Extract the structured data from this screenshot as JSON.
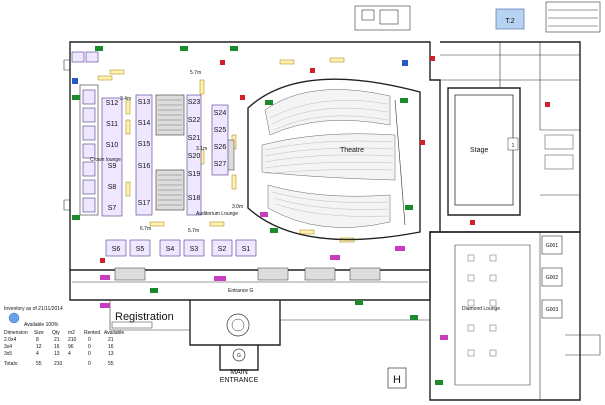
{
  "floorplan": {
    "corner_marker": "T.2",
    "booths_left": [
      "S12",
      "S11",
      "S10",
      "S9",
      "S8",
      "S7"
    ],
    "booths_center_left": [
      "S13",
      "S14",
      "S15",
      "S16",
      "S17"
    ],
    "booths_center_right": [
      "S23",
      "S22",
      "S21",
      "S20",
      "S19",
      "S18"
    ],
    "booths_right": [
      "S24",
      "S25",
      "S26",
      "S27"
    ],
    "booths_bottom": [
      "S6",
      "S5",
      "S4",
      "S3",
      "S2",
      "S1"
    ],
    "theatre_label": "Theatre",
    "stage_label": "Stage",
    "stage_number": "1",
    "crown_lounge": "Crown lounge",
    "auditorium_lounge": "Auditorium Lounge",
    "registration": "Registration",
    "entrance": "Entrance G",
    "main_entrance_line1": "MAIN",
    "main_entrance_line2": "ENTRANCE",
    "main_entrance_marker": "G",
    "diamond_lounge": "Diamond Lounge",
    "rooms_right": [
      "G001",
      "G002",
      "G003"
    ],
    "helipad_marker": "H",
    "dim_1": "5.7m",
    "dim_2": "3.4m",
    "dim_3": "3.1m",
    "dim_4": "6.7m",
    "dim_5": "5.7m",
    "dim_6": "3.0m"
  },
  "legend": {
    "inventory_note": "Inventory as of 21/11/2014",
    "available_label": "Available 100%",
    "headers": [
      "Dimension",
      "Size",
      "Qty",
      "m2",
      "Rented",
      "Available"
    ],
    "rows": [
      [
        "2.0x4",
        "8",
        "21",
        "210",
        "0",
        "21"
      ],
      [
        "3x4",
        "12",
        "16",
        "96",
        "0",
        "16"
      ],
      [
        "3x5",
        "4",
        "13",
        "4",
        "0",
        "13"
      ]
    ],
    "totals_label": "Totals:",
    "totals": [
      "55",
      "210",
      "0",
      "55"
    ]
  }
}
